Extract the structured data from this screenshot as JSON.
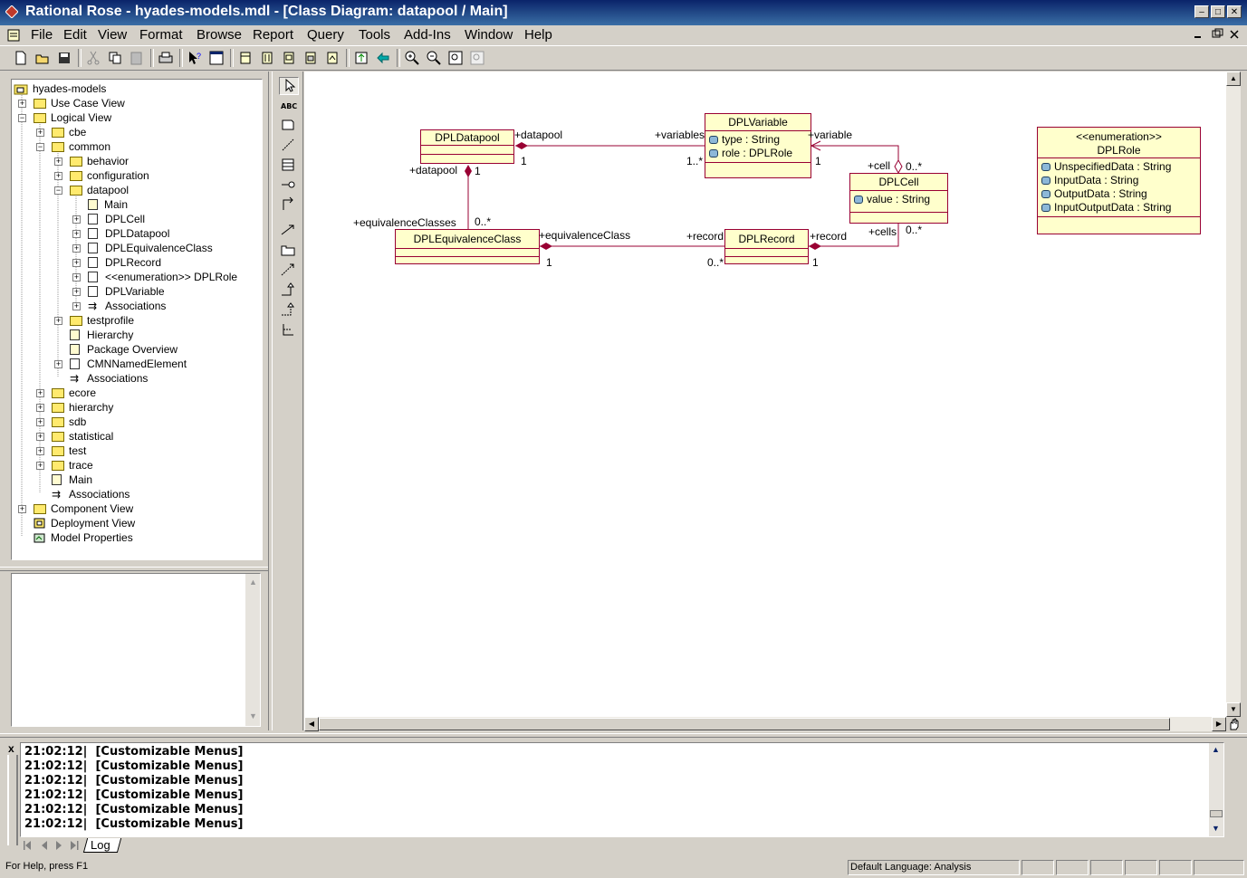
{
  "window": {
    "title": "Rational Rose - hyades-models.mdl - [Class Diagram: datapool / Main]",
    "minimize_glyph": "–",
    "maximize_glyph": "□",
    "close_glyph": "✕"
  },
  "menu": {
    "items": [
      "File",
      "Edit",
      "View",
      "Format",
      "Browse",
      "Report",
      "Query",
      "Tools",
      "Add-Ins",
      "Window",
      "Help"
    ]
  },
  "toolbar": {
    "icons": [
      "new-icon",
      "open-icon",
      "save-icon",
      "cut-icon",
      "copy-icon",
      "paste-icon",
      "print-icon",
      "context-help-icon",
      "view-doc-icon",
      "browse-class-icon",
      "browse-interaction-icon",
      "browse-component-icon",
      "browse-deployment-icon",
      "browse-parent-icon",
      "browse-previous-icon",
      "zoom-in-icon",
      "zoom-out-icon",
      "fit-in-window-icon",
      "undo-fit-icon"
    ]
  },
  "browser": {
    "nodes": [
      {
        "label": "hyades-models"
      },
      {
        "label": "Use Case View"
      },
      {
        "label": "Logical View"
      },
      {
        "label": "cbe"
      },
      {
        "label": "common"
      },
      {
        "label": "behavior"
      },
      {
        "label": "configuration"
      },
      {
        "label": "datapool"
      },
      {
        "label": "Main"
      },
      {
        "label": "DPLCell"
      },
      {
        "label": "DPLDatapool"
      },
      {
        "label": "DPLEquivalenceClass"
      },
      {
        "label": "DPLRecord"
      },
      {
        "label": "<<enumeration>> DPLRole"
      },
      {
        "label": "DPLVariable"
      },
      {
        "label": "Associations"
      },
      {
        "label": "testprofile"
      },
      {
        "label": "Hierarchy"
      },
      {
        "label": "Package Overview"
      },
      {
        "label": "CMNNamedElement"
      },
      {
        "label": "Associations"
      },
      {
        "label": "ecore"
      },
      {
        "label": "hierarchy"
      },
      {
        "label": "sdb"
      },
      {
        "label": "statistical"
      },
      {
        "label": "test"
      },
      {
        "label": "trace"
      },
      {
        "label": "Main"
      },
      {
        "label": "Associations"
      },
      {
        "label": "Component View"
      },
      {
        "label": "Deployment View"
      },
      {
        "label": "Model Properties"
      }
    ]
  },
  "diagram": {
    "classes": {
      "datapool": {
        "name": "DPLDatapool"
      },
      "variable": {
        "name": "DPLVariable",
        "attrs": [
          "type : String",
          "role : DPLRole"
        ]
      },
      "cell": {
        "name": "DPLCell",
        "attrs": [
          "value : String"
        ]
      },
      "equivalence": {
        "name": "DPLEquivalenceClass"
      },
      "record": {
        "name": "DPLRecord"
      },
      "role": {
        "stereotype": "<<enumeration>>",
        "name": "DPLRole",
        "attrs": [
          "UnspecifiedData : String",
          "InputData : String",
          "OutputData : String",
          "InputOutputData : String"
        ]
      }
    },
    "roles": {
      "datapool_to_variables_left": "+datapool",
      "datapool_to_variables_left_mult": "1",
      "datapool_to_variables_right": "+variables",
      "datapool_to_variables_right_mult": "1..*",
      "datapool_down_role": "+datapool",
      "datapool_down_mult": "1",
      "equiv_classes_role": "+equivalenceClasses",
      "equiv_classes_mult": "0..*",
      "variable_role": "+variable",
      "variable_mult": "1",
      "cell_role": "+cell",
      "cell_mult": "0..*",
      "equiv_class_role": "+equivalenceClass",
      "equiv_class_mult": "1",
      "record_left_role": "+record",
      "record_left_mult": "0..*",
      "record_right_role": "+record",
      "record_right_mult": "1",
      "cells_role": "+cells",
      "cells_mult": "0..*"
    }
  },
  "log": {
    "lines": [
      "21:02:12|  [Customizable Menus]",
      "21:02:12|  [Customizable Menus]",
      "21:02:12|  [Customizable Menus]",
      "21:02:12|  [Customizable Menus]",
      "21:02:12|  [Customizable Menus]",
      "21:02:12|  [Customizable Menus]"
    ],
    "tab": "Log",
    "close_glyph": "x"
  },
  "status": {
    "help": "For Help, press F1",
    "language": "Default Language: Analysis"
  }
}
